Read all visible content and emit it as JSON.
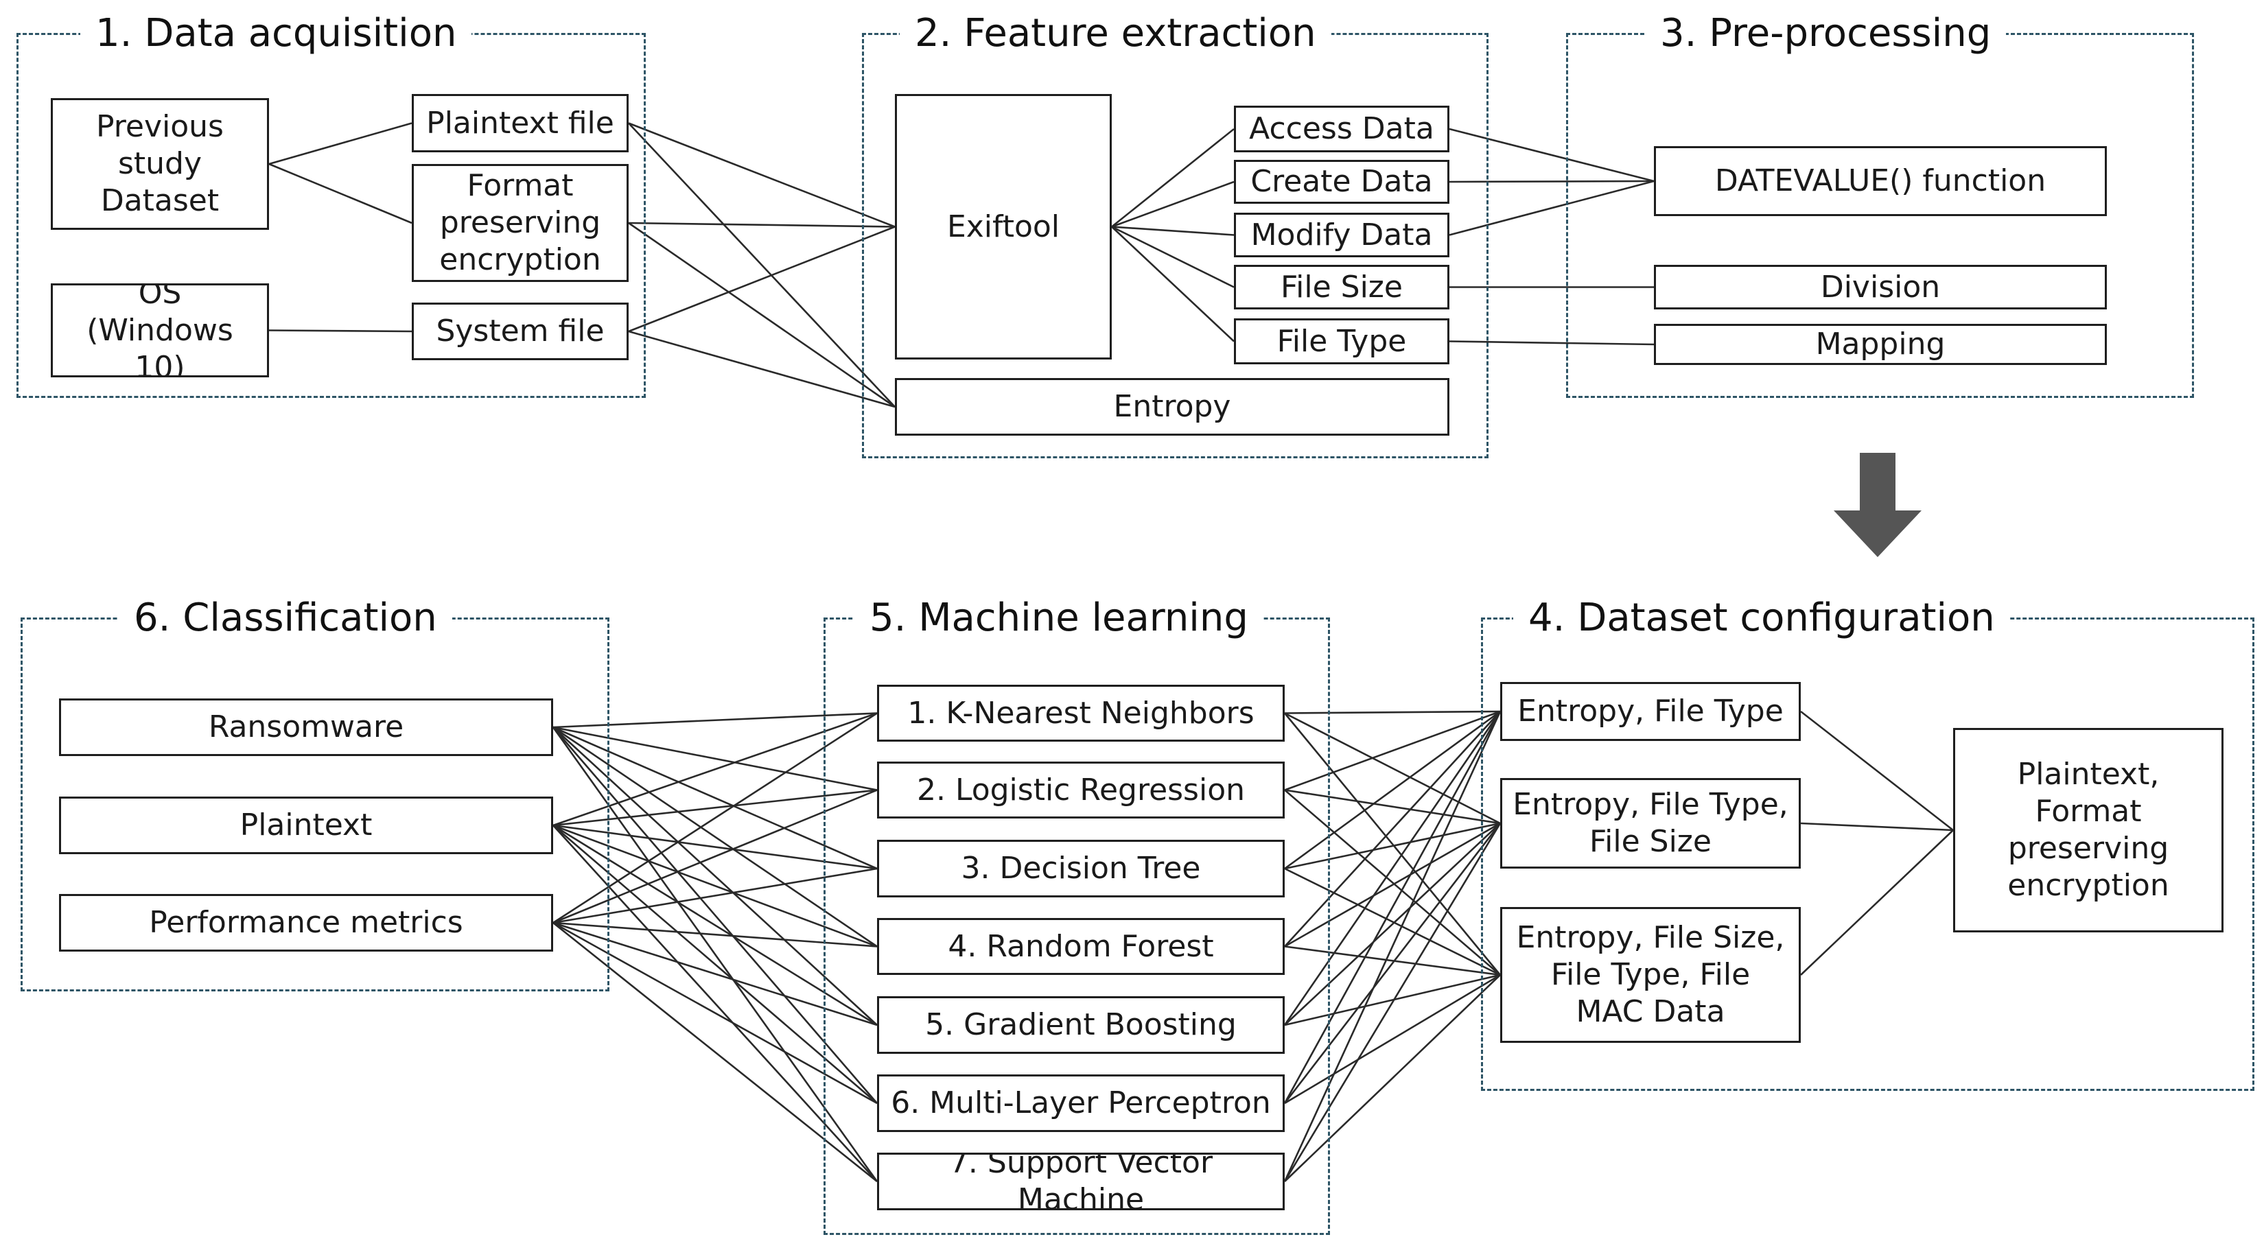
{
  "sections": {
    "data_acquisition": "1. Data acquisition",
    "feature_extraction": "2. Feature extraction",
    "pre_processing": "3. Pre-processing",
    "dataset_configuration": "4. Dataset configuration",
    "machine_learning": "5. Machine learning",
    "classification": "6. Classification"
  },
  "data_acquisition": {
    "previous_study": "Previous\nstudy\nDataset",
    "os": "OS\n(Windows 10)",
    "plaintext_file": "Plaintext file",
    "fpe": "Format\npreserving\nencryption",
    "system_file": "System file"
  },
  "feature_extraction": {
    "exiftool": "Exiftool",
    "entropy": "Entropy",
    "access_data": "Access Data",
    "create_data": "Create Data",
    "modify_data": "Modify Data",
    "file_size": "File Size",
    "file_type": "File Type"
  },
  "pre_processing": {
    "datevalue": "DATEVALUE() function",
    "division": "Division",
    "mapping": "Mapping"
  },
  "dataset_configuration": {
    "set1": "Entropy, File Type",
    "set2": "Entropy, File Type,\nFile Size",
    "set3": "Entropy, File Size,\nFile Type, File\nMAC Data",
    "target": "Plaintext,\nFormat\npreserving\nencryption"
  },
  "machine_learning": [
    "1. K-Nearest Neighbors",
    "2. Logistic Regression",
    "3. Decision Tree",
    "4. Random Forest",
    "5. Gradient Boosting",
    "6. Multi-Layer Perceptron",
    "7. Support Vector Machine"
  ],
  "classification": {
    "ransomware": "Ransomware",
    "plaintext": "Plaintext",
    "performance": "Performance metrics"
  },
  "icons": {
    "flow_arrow": "down-arrow-icon"
  },
  "colors": {
    "dashed_border": "#2e5566",
    "box_border": "#1e1e1e",
    "arrow": "#555555"
  }
}
